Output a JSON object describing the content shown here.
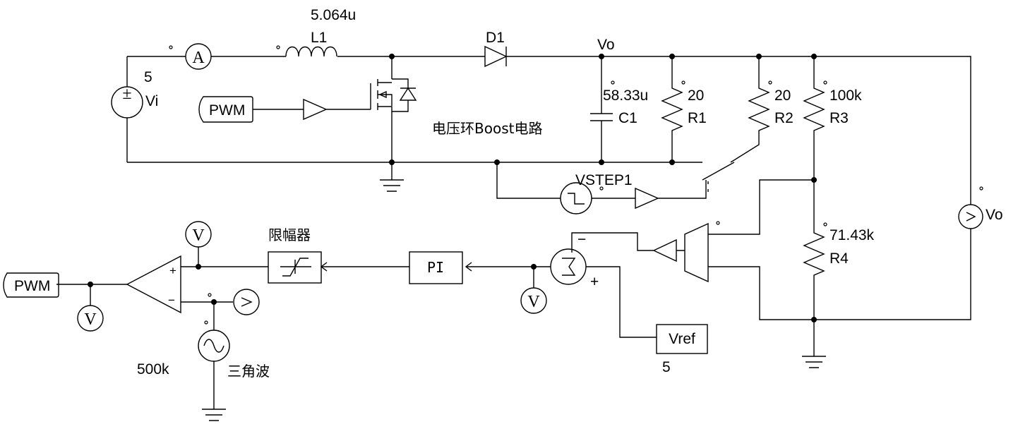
{
  "labels": {
    "l1_value": "5.064u",
    "l1_name": "L1",
    "d1_name": "D1",
    "vo_node": "Vo",
    "vi_value": "5",
    "vi_name": "Vi",
    "ammeter": "A",
    "pwm_top": "PWM",
    "circuit_title": "电压环Boost电路",
    "c1_value": "58.33u",
    "c1_name": "C1",
    "r1_value": "20",
    "r1_name": "R1",
    "r2_value": "20",
    "r2_name": "R2",
    "r3_value": "100k",
    "r3_name": "R3",
    "r4_value": "71.43k",
    "r4_name": "R4",
    "vstep_name": "VSTEP1",
    "vo_meter_label": "Vo",
    "limiter_label": "限幅器",
    "pi_block": "PI",
    "vref_name": "Vref",
    "vref_value": "5",
    "pwm_bottom": "PWM",
    "tri_freq": "500k",
    "tri_name": "三角波",
    "volt_meter": "V",
    "plus": "+",
    "minus": "−",
    "sum_minus": "−",
    "sum_plus": "+"
  }
}
